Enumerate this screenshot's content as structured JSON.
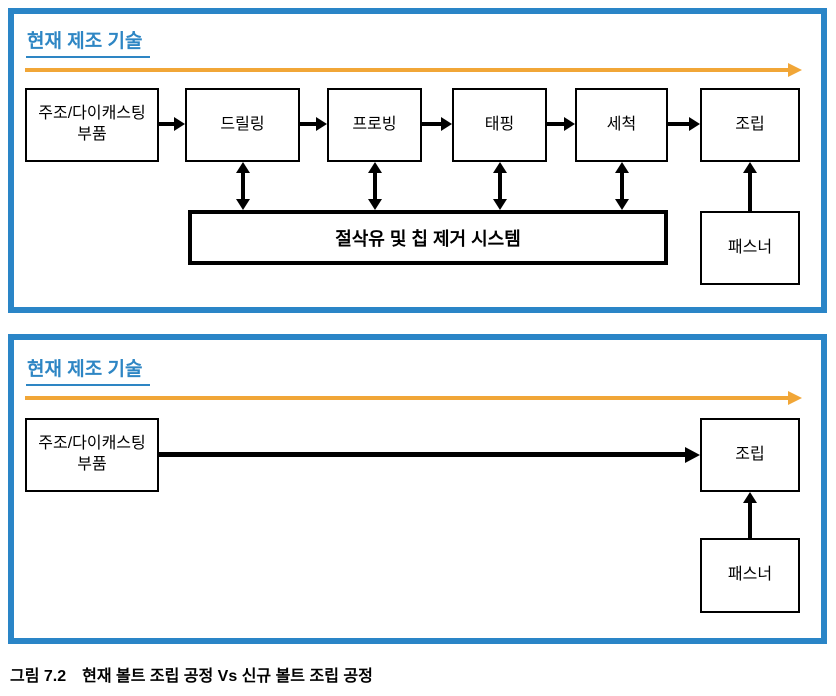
{
  "colors": {
    "panel_border": "#2A85C7",
    "title_text": "#2E86C4",
    "timeline_arrow": "#F1A637",
    "flow_arrow": "#000000"
  },
  "panel_top": {
    "title": "현재 제조 기술",
    "boxes": [
      {
        "label": "주조/다이캐스팅 부품"
      },
      {
        "label": "드릴링"
      },
      {
        "label": "프로빙"
      },
      {
        "label": "태핑"
      },
      {
        "label": "세척"
      },
      {
        "label": "조립"
      }
    ],
    "system_box_label": "절삭유 및 칩 제거 시스템",
    "fastener_label": "패스너"
  },
  "panel_bottom": {
    "title": "현재 제조 기술",
    "source_box_label": "주조/다이캐스팅 부품",
    "assembly_box_label": "조립",
    "fastener_label": "패스너"
  },
  "caption": {
    "figure_number": "그림 7.2",
    "title": "현재 볼트 조립 공정 Vs 신규 볼트 조립 공정"
  }
}
